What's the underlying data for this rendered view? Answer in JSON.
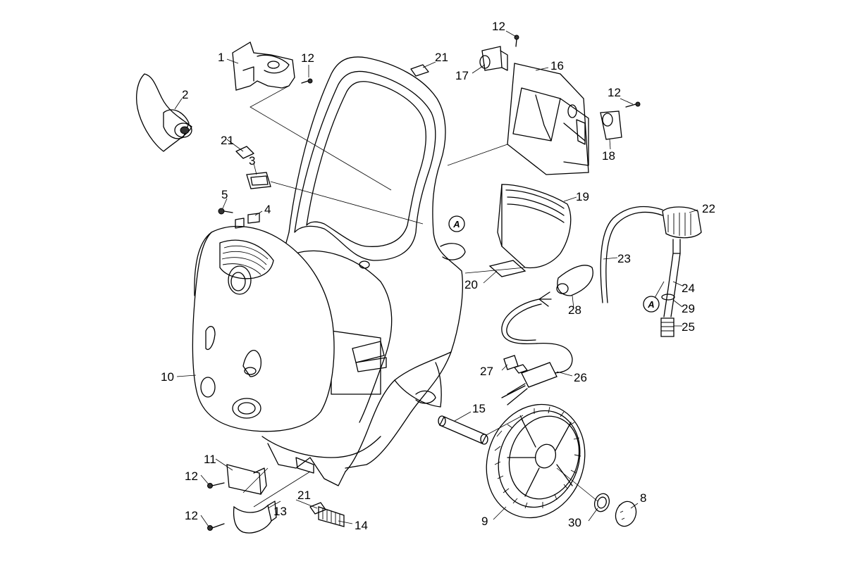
{
  "labels": {
    "l1": "1",
    "l2": "2",
    "l3": "3",
    "l4": "4",
    "l5": "5",
    "l8": "8",
    "l9": "9",
    "l10": "10",
    "l11": "11",
    "l12a": "12",
    "l12b": "12",
    "l12c": "12",
    "l12d": "12",
    "l12e": "12",
    "l13": "13",
    "l14": "14",
    "l15": "15",
    "l16": "16",
    "l17": "17",
    "l18": "18",
    "l19": "19",
    "l20": "20",
    "l21a": "21",
    "l21b": "21",
    "l21c": "21",
    "l22": "22",
    "l23": "23",
    "l24": "24",
    "l25": "25",
    "l26": "26",
    "l27": "27",
    "l28": "28",
    "l29": "29",
    "l30": "30"
  },
  "connectors": {
    "a1": "A",
    "a2": "A"
  }
}
